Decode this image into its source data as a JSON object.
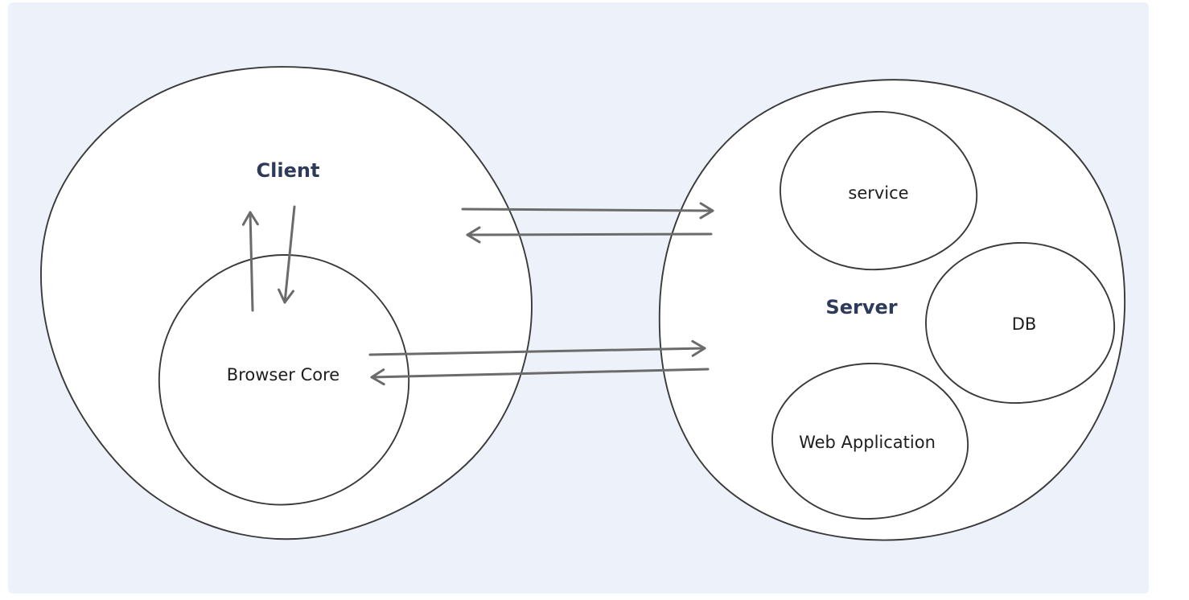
{
  "diagram": {
    "background_color": "#edf1fa",
    "outline_color": "#3a3a3a",
    "arrow_color": "#6b6b6b",
    "nodes": {
      "client": {
        "label": "Client",
        "label_color": "#2e3a59"
      },
      "browser_core": {
        "label": "Browser Core",
        "label_color": "#1e1e1e"
      },
      "server": {
        "label": "Server",
        "label_color": "#2e3a59"
      },
      "service": {
        "label": "service",
        "label_color": "#1e1e1e"
      },
      "db": {
        "label": "DB",
        "label_color": "#1e1e1e"
      },
      "web_application": {
        "label": "Web Application",
        "label_color": "#1e1e1e"
      }
    },
    "connections": [
      {
        "from": "Browser Core",
        "to": "Client",
        "direction": "up"
      },
      {
        "from": "Client",
        "to": "Browser Core",
        "direction": "down"
      },
      {
        "from": "Client",
        "to": "Server",
        "direction": "right"
      },
      {
        "from": "Server",
        "to": "Client",
        "direction": "left"
      },
      {
        "from": "Browser Core",
        "to": "Server",
        "direction": "right"
      },
      {
        "from": "Server",
        "to": "Browser Core",
        "direction": "left"
      }
    ]
  }
}
